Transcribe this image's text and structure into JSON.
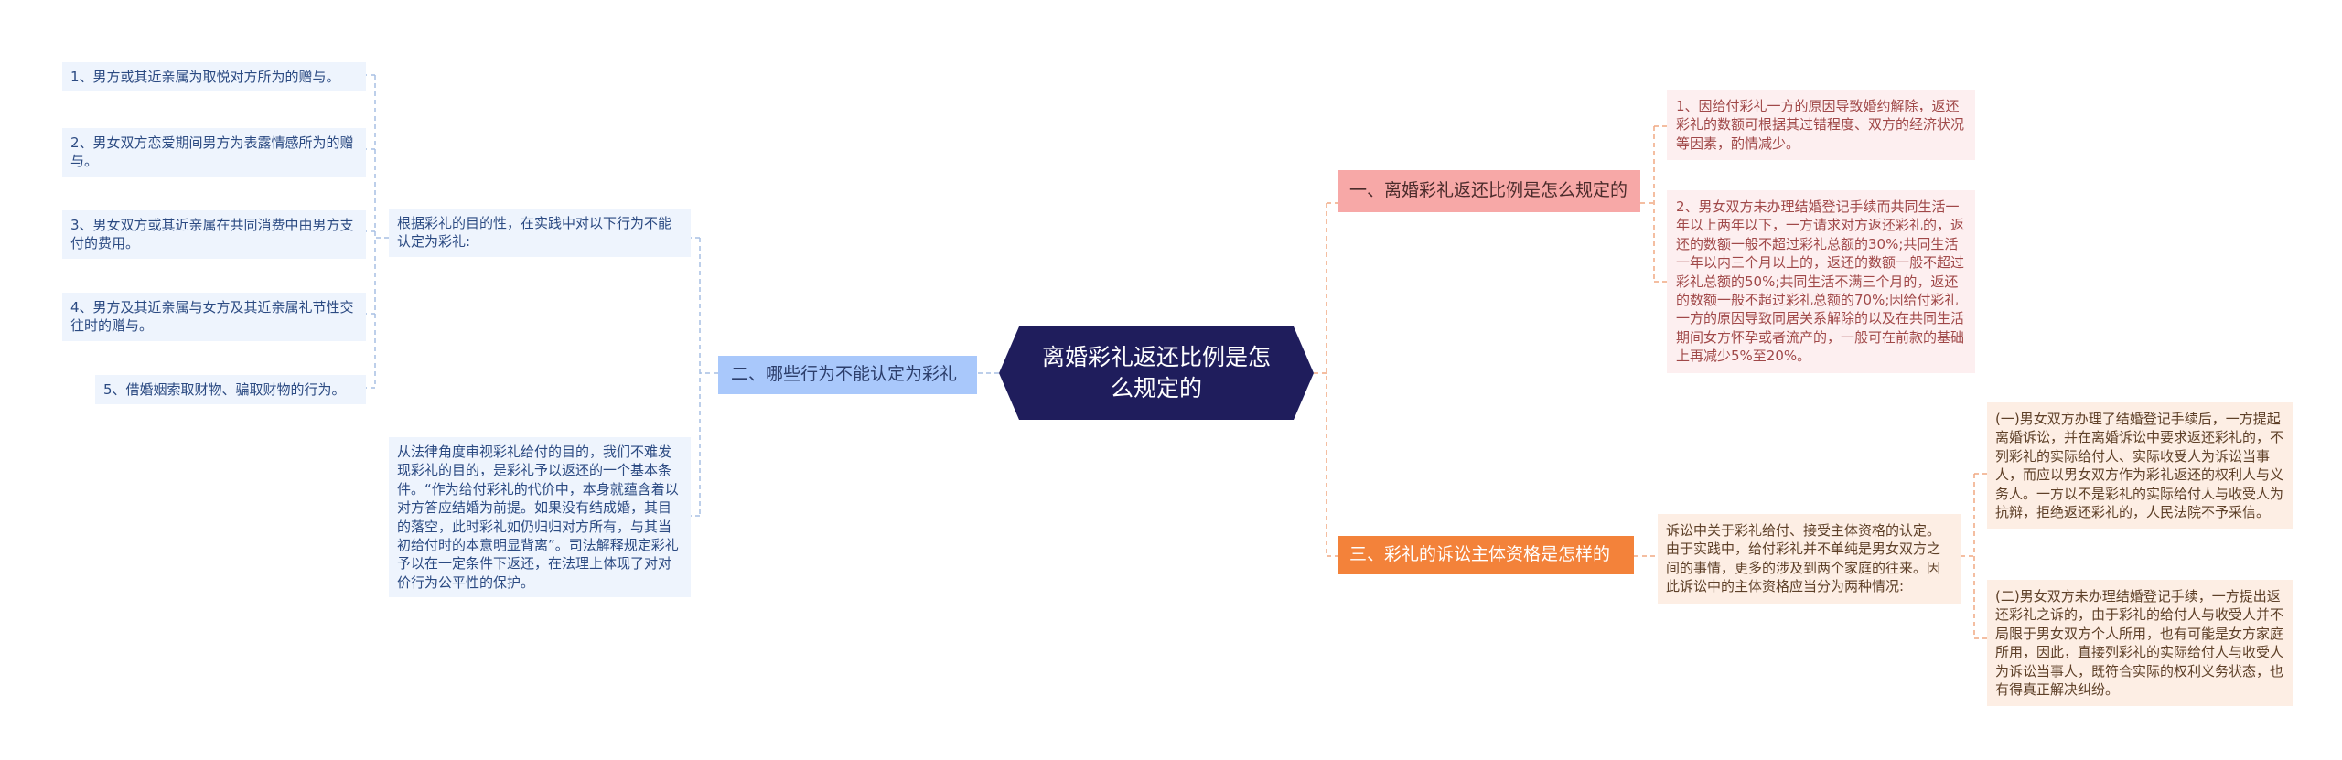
{
  "colors": {
    "root_bg": "#1f1d5c",
    "branch_blue": "#a9c8fb",
    "branch_pink": "#f7a8a7",
    "branch_orange": "#f3823a",
    "leaf_blue": "#eef4fd",
    "leaf_pink": "#fdeff0",
    "leaf_peach": "#fdeee4",
    "connector_blue": "#a7bfe3",
    "connector_orange": "#f1a982"
  },
  "root": {
    "text": "离婚彩礼返还比例是怎么规定的"
  },
  "branch_left": {
    "title": "二、哪些行为不能认定为彩礼",
    "purpose_note": "根据彩礼的目的性，在实践中对以下行为不能认定为彩礼:",
    "items": [
      "1、男方或其近亲属为取悦对方所为的赠与。",
      "2、男女双方恋爱期间男方为表露情感所为的赠与。",
      "3、男女双方或其近亲属在共同消费中由男方支付的费用。",
      "4、男方及其近亲属与女方及其近亲属礼节性交往时的赠与。",
      "5、借婚姻索取财物、骗取财物的行为。"
    ],
    "law_note": "从法律角度审视彩礼给付的目的，我们不难发现彩礼的目的，是彩礼予以返还的一个基本条件。“作为给付彩礼的代价中，本身就蕴含着以对方答应结婚为前提。如果没有结成婚，其目的落空，此时彩礼如仍归归对方所有，与其当初给付时的本意明显背离”。司法解释规定彩礼予以在一定条件下返还，在法理上体现了对对价行为公平性的保护。"
  },
  "branch_right_top": {
    "title": "一、离婚彩礼返还比例是怎么规定的",
    "items": [
      "1、因给付彩礼一方的原因导致婚约解除，返还彩礼的数额可根据其过错程度、双方的经济状况等因素，酌情减少。",
      "2、男女双方未办理结婚登记手续而共同生活一年以上两年以下，一方请求对方返还彩礼的，返还的数额一般不超过彩礼总额的30%;共同生活一年以内三个月以上的，返还的数额一般不超过彩礼总额的50%;共同生活不满三个月的，返还的数额一般不超过彩礼总额的70%;因给付彩礼一方的原因导致同居关系解除的以及在共同生活期间女方怀孕或者流产的，一般可在前款的基础上再减少5%至20%。"
    ]
  },
  "branch_right_bottom": {
    "title": "三、彩礼的诉讼主体资格是怎样的",
    "intro": "诉讼中关于彩礼给付、接受主体资格的认定。由于实践中，给付彩礼并不单纯是男女双方之间的事情，更多的涉及到两个家庭的往来。因此诉讼中的主体资格应当分为两种情况:",
    "items": [
      "(一)男女双方办理了结婚登记手续后，一方提起离婚诉讼，并在离婚诉讼中要求返还彩礼的，不列彩礼的实际给付人、实际收受人为诉讼当事人，而应以男女双方作为彩礼返还的权利人与义务人。一方以不是彩礼的实际给付人与收受人为抗辩，拒绝返还彩礼的，人民法院不予采信。",
      "(二)男女双方未办理结婚登记手续，一方提出返还彩礼之诉的，由于彩礼的给付人与收受人并不局限于男女双方个人所用，也有可能是女方家庭所用，因此，直接列彩礼的实际给付人与收受人为诉讼当事人，既符合实际的权利义务状态，也有得真正解决纠纷。"
    ]
  }
}
